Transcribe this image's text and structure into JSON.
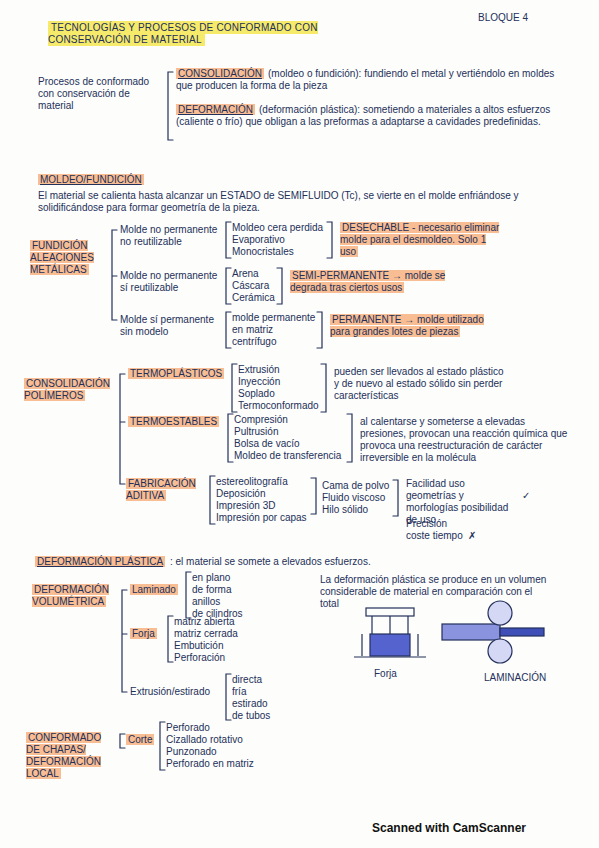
{
  "diagram": {
    "title": "TECNOLOGÍAS Y PROCESOS DE CONFORMADO CON CONSERVACIÓN DE MATERIAL",
    "nodes": [
      {
        "text": [
          "CONSOLIDACIÓN"
        ]
      },
      {
        "text": [
          "DEFORMACIÓN"
        ]
      },
      {
        "text": [
          "MOLDEO/FUNDICIÓN"
        ]
      },
      {
        "text": [
          "FUNDICIÓN ALEACIONES METÁLICAS"
        ]
      },
      {
        "text": [
          "DESECHABLE - necesario eliminar molde para el desmoldeo. Solo 1 uso"
        ]
      },
      {
        "text": [
          "SEMI-PERMANENTE → molde se degrada tras ciertos usos"
        ]
      },
      {
        "text": [
          "PERMANENTE → molde utilizado para grandes lotes de piezas"
        ]
      },
      {
        "text": [
          "CONSOLIDACIÓN POLÍMEROS"
        ]
      },
      {
        "text": [
          "TERMOPLÁSTICOS"
        ]
      },
      {
        "text": [
          "TERMOESTABLES"
        ]
      },
      {
        "text": [
          "FABRICACIÓN ADITIVA"
        ]
      },
      {
        "text": [
          "DEFORMACIÓN PLÁSTICA"
        ]
      },
      {
        "text": [
          "DEFORMACIÓN VOLUMÉTRICA"
        ]
      },
      {
        "text": [
          "Laminado"
        ]
      },
      {
        "text": [
          "Forja"
        ]
      },
      {
        "text": [
          "CONFORMADO DE CHAPAS/ DEFORMACIÓN LOCAL"
        ]
      },
      {
        "text": [
          "Corte"
        ]
      }
    ],
    "labels": [
      "BLOQUE 4",
      "Procesos de conformado con conservación de material",
      "(moldeo o fundición): fundiendo el metal y vertiéndolo en moldes que producen la forma de la pieza",
      "(deformación plástica): sometiendo a materiales a altos esfuerzos (caliente o frío) que obligan a las preformas a adaptarse a cavidades predefinidas.",
      "El material se calienta hasta alcanzar un ESTADO de SEMIFLUIDO (Tc), se vierte en el molde enfriándose y solidificándose para formar geometría de la pieza.",
      "Molde no permanente no reutilizable",
      "Moldeo cera perdida",
      "Evaporativo",
      "Monocristales",
      "Molde no permanente sí reutilizable",
      "Arena",
      "Cáscara",
      "Cerámica",
      "Molde sí permanente sin modelo",
      "molde permanente",
      "en matriz",
      "centrífugo",
      "Extrusión",
      "Inyección",
      "Soplado",
      "Termoconformado",
      "pueden ser llevados al estado plástico y de nuevo al estado sólido sin perder características",
      "Compresión",
      "Pultrusión",
      "Bolsa de vacío",
      "Moldeo de transferencia",
      "al calentarse y someterse a elevadas presiones, provocan una reacción química que provoca una reestructuración de carácter irreversible en la molécula",
      "estereolitografía",
      "Deposición",
      "Impresión 3D",
      "Impresión por capas",
      "Cama de polvo",
      "Fluido viscoso",
      "Hilo sólido",
      "Facilidad uso geometrías y morfologías posibilidad de uso",
      "✓",
      "Precisión coste tiempo",
      "✗",
      ": el material se somete a elevados esfuerzos.",
      "en plano",
      "de forma",
      "anillos",
      "de cilindros",
      "matriz abierta",
      "matriz cerrada",
      "Embutición",
      "Perforación",
      "Extrusión/estirado",
      "directa",
      "fría",
      "estirado",
      "de tubos",
      "La deformación plástica se produce en un volumen considerable de material en comparación con el total",
      "Forja",
      "LAMINACIÓN",
      "Perforado",
      "Cizallado rotativo",
      "Punzonado",
      "Perforado en matriz",
      "Scanned with CamScanner"
    ]
  }
}
